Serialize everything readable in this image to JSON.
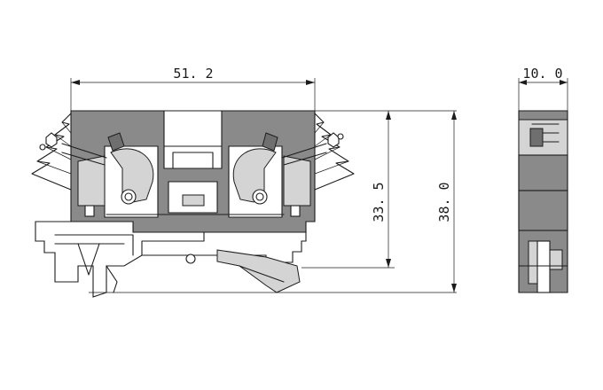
{
  "dimensions": {
    "width_label": "51. 2",
    "inner_height_label": "33. 5",
    "total_height_label": "38. 0",
    "side_width_label": "10. 0"
  },
  "colors": {
    "body_fill": "#8a8a8a",
    "line": "#1c1c1c",
    "background": "#ffffff"
  }
}
